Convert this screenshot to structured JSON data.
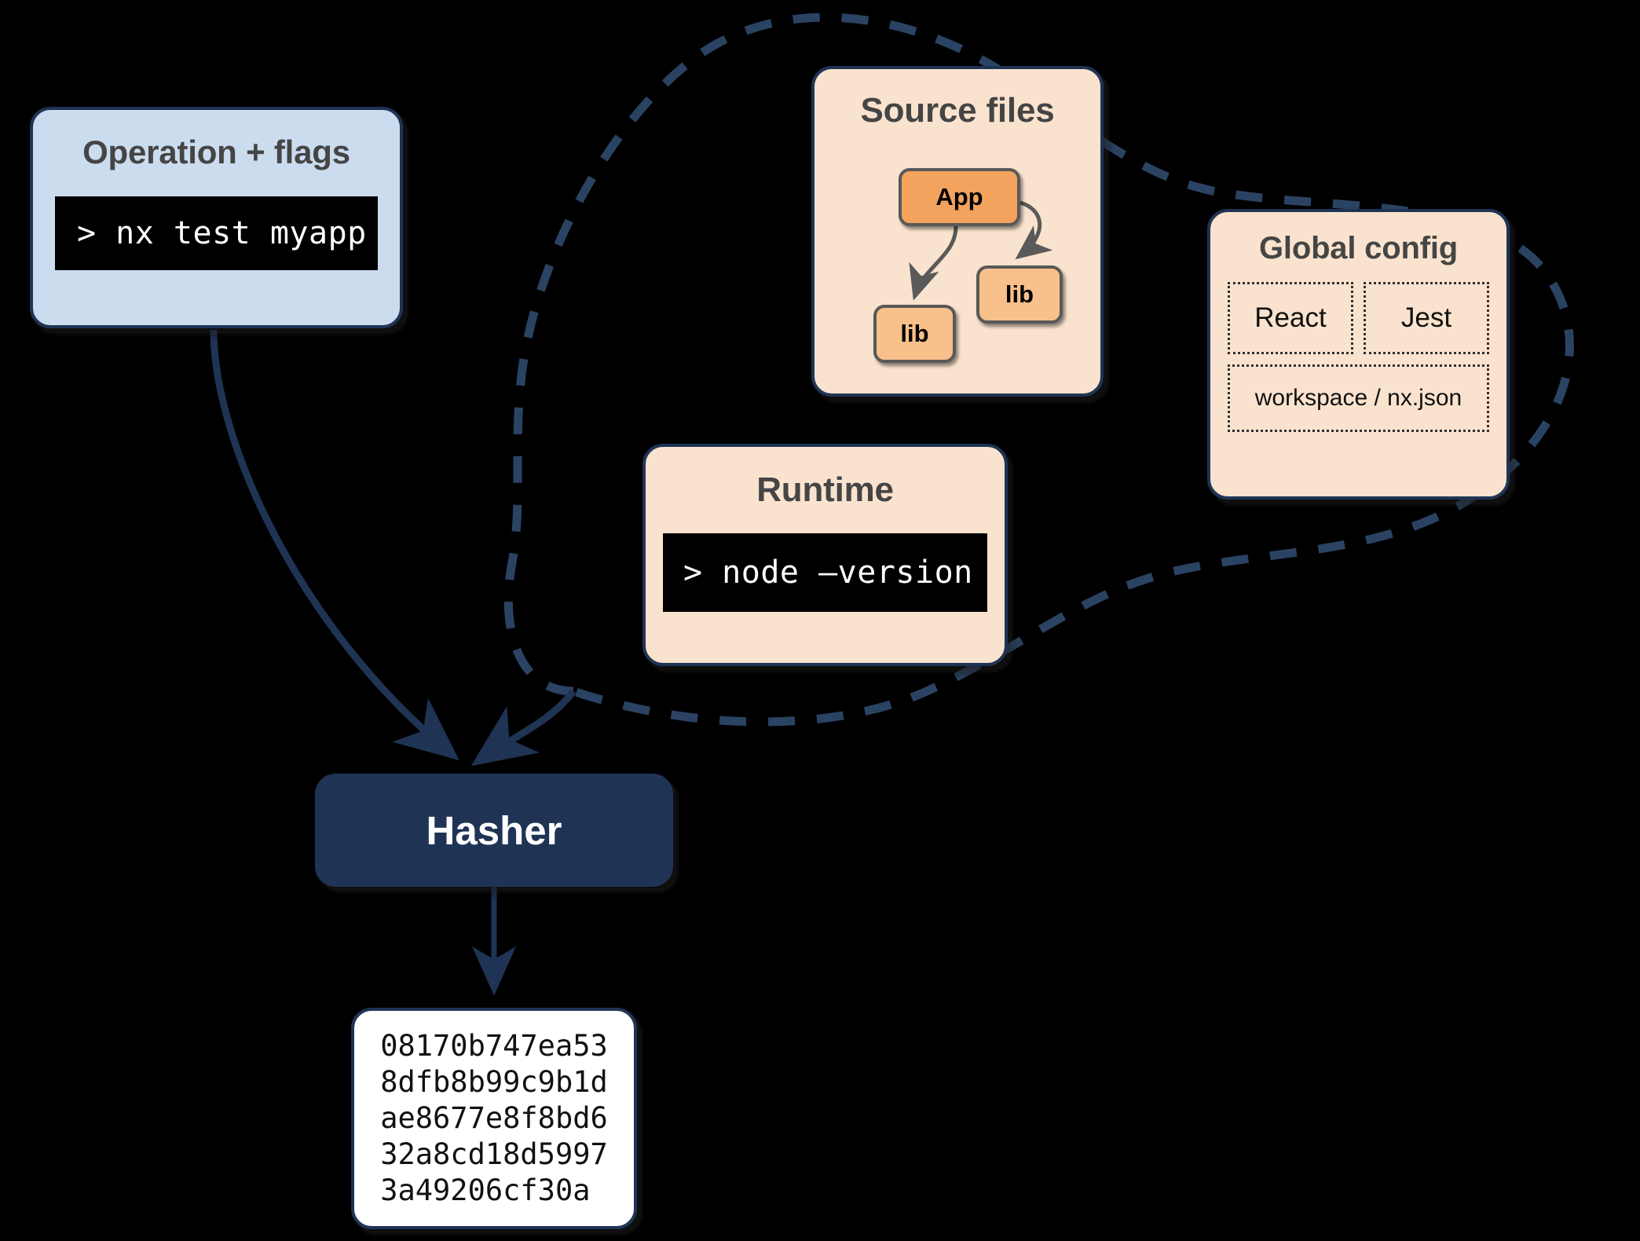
{
  "diagram": {
    "title": "Nx Hasher inputs diagram",
    "colors": {
      "background": "#000000",
      "stroke_dark": "#1f3455",
      "operation_card": "#cbdcef",
      "input_card": "#fae3ce",
      "app_box": "#f3a35e",
      "lib_box": "#f8c08a",
      "hasher_fill": "#1f3455",
      "hash_card": "#ffffff",
      "title_text": "#454545",
      "terminal_bg": "#000000",
      "terminal_text": "#ffffff"
    }
  },
  "operation": {
    "title": "Operation + flags",
    "command": "> nx test myapp"
  },
  "source_files": {
    "title": "Source files",
    "nodes": [
      {
        "label": "App"
      },
      {
        "label": "lib"
      },
      {
        "label": "lib"
      }
    ]
  },
  "global_config": {
    "title": "Global config",
    "cells": [
      "React",
      "Jest",
      "workspace / nx.json"
    ]
  },
  "runtime": {
    "title": "Runtime",
    "command": "> node –version"
  },
  "hasher": {
    "label": "Hasher"
  },
  "hash_output": {
    "value": "08170b747ea53\n8dfb8b99c9b1d\nae8677e8f8bd6\n32a8cd18d5997\n3a49206cf30a"
  }
}
